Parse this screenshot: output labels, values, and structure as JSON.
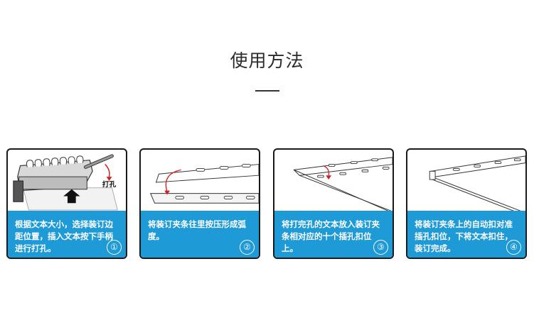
{
  "page": {
    "title": "使用方法"
  },
  "steps": [
    {
      "text": "根据文本大小，选择装订边距位置，插入文本按下手柄进行打孔。",
      "num": "①",
      "illus_label": "打孔"
    },
    {
      "text": "将装订夹条往里按压形成弧度。",
      "num": "②"
    },
    {
      "text": "将打完孔的文本放入装订夹条相对应的十个插孔扣位上。",
      "num": "③"
    },
    {
      "text": "将装订夹条上的自动扣对准插孔扣位，下将文本扣住，装订完成。",
      "num": "④"
    }
  ],
  "colors": {
    "caption_bg": "#1e9ad6",
    "border": "#1a1a1a"
  }
}
